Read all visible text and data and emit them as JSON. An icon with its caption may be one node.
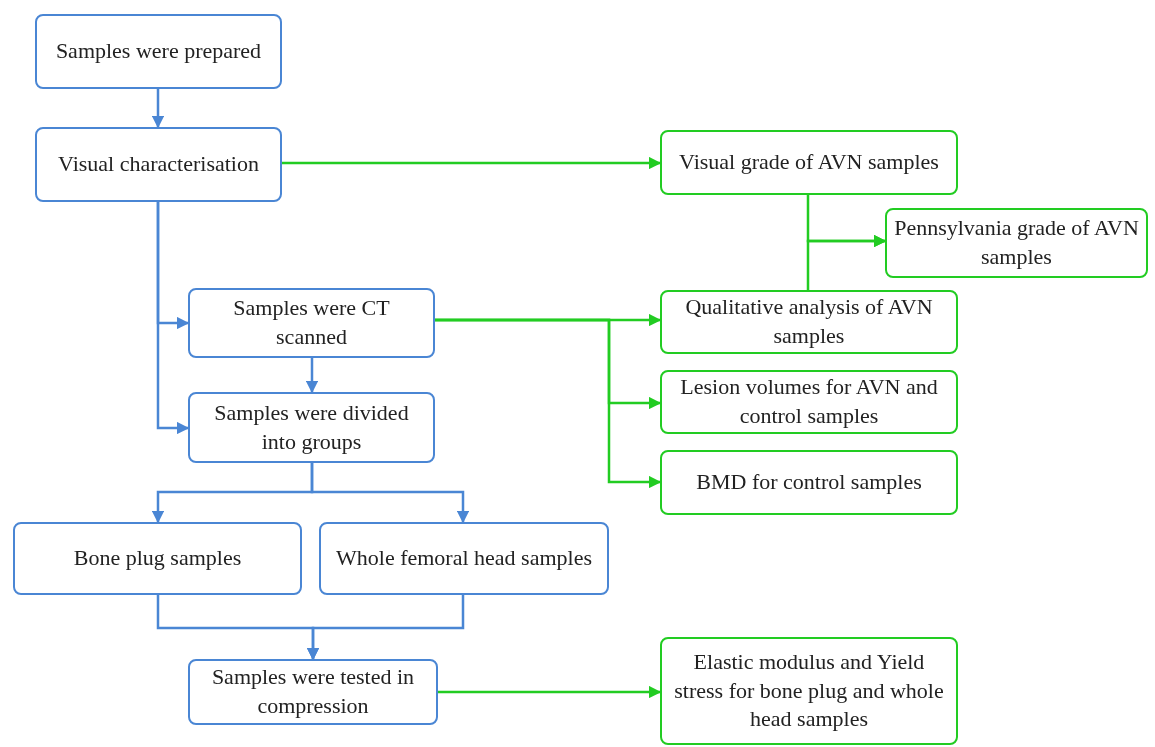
{
  "diagram": {
    "nodes": [
      {
        "text": [
          "Samples were prepared"
        ]
      },
      {
        "text": [
          "Visual characterisation"
        ]
      },
      {
        "text": [
          "Samples were CT scanned"
        ]
      },
      {
        "text": [
          "Samples were divided into groups"
        ]
      },
      {
        "text": [
          "Bone plug samples"
        ]
      },
      {
        "text": [
          "Whole femoral head samples"
        ]
      },
      {
        "text": [
          "Samples were tested in compression"
        ]
      },
      {
        "text": [
          "Visual grade of AVN samples"
        ]
      },
      {
        "text": [
          "Pennsylvania grade of AVN samples"
        ]
      },
      {
        "text": [
          "Qualitative analysis of AVN samples"
        ]
      },
      {
        "text": [
          "Lesion volumes for AVN and control samples"
        ]
      },
      {
        "text": [
          "BMD for control samples"
        ]
      },
      {
        "text": [
          "Elastic modulus and Yield stress for bone plug and whole head samples"
        ]
      }
    ],
    "edges": [
      {
        "from": 0,
        "to": 1,
        "arrow": "to"
      },
      {
        "from": 1,
        "to": 2,
        "arrow": "to"
      },
      {
        "from": 1,
        "to": 3,
        "arrow": "to"
      },
      {
        "from": 2,
        "to": 3,
        "arrow": "to"
      },
      {
        "from": 3,
        "to": 4,
        "arrow": "to"
      },
      {
        "from": 3,
        "to": 5,
        "arrow": "to"
      },
      {
        "from": 4,
        "to": 6,
        "arrow": "to"
      },
      {
        "from": 5,
        "to": 6,
        "arrow": "to"
      },
      {
        "from": 6,
        "to": 12,
        "arrow": "to",
        "color": "#22cc22"
      },
      {
        "from": 1,
        "to": 7,
        "arrow": "to",
        "color": "#22cc22"
      },
      {
        "from": 2,
        "to": 9,
        "arrow": "to",
        "color": "#22cc22"
      },
      {
        "from": 2,
        "to": 10,
        "arrow": "to",
        "color": "#22cc22"
      },
      {
        "from": 2,
        "to": 11,
        "arrow": "to",
        "color": "#22cc22"
      },
      {
        "from": 7,
        "to": 8,
        "arrow": "to",
        "color": "#22cc22"
      },
      {
        "from": 9,
        "to": 8,
        "arrow": "to",
        "color": "#22cc22"
      }
    ]
  }
}
